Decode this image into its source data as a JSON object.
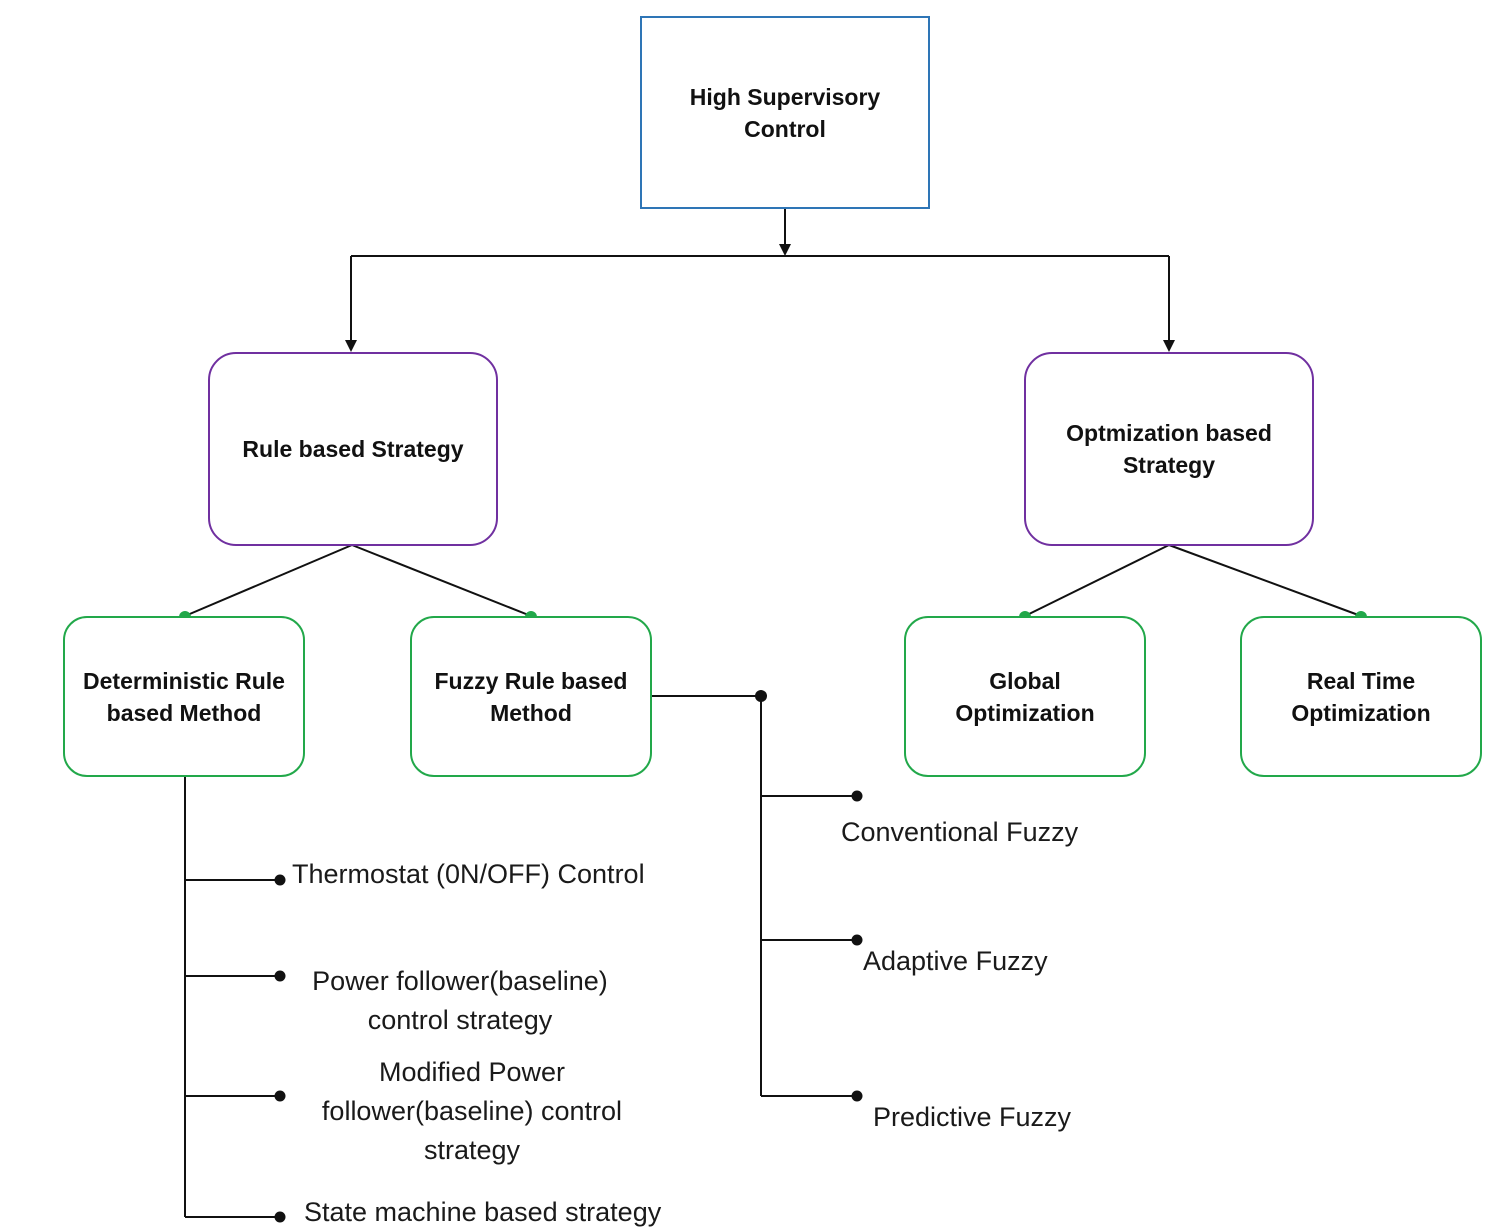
{
  "root": {
    "label": "High Supervisory\nControl"
  },
  "strategies": {
    "rule": {
      "label": "Rule based Strategy"
    },
    "optimization": {
      "label": "Optmization based\nStrategy"
    }
  },
  "methods": {
    "deterministic": {
      "label": "Deterministic Rule\nbased Method"
    },
    "fuzzy": {
      "label": "Fuzzy Rule based\nMethod"
    },
    "global": {
      "label": "Global\nOptimization"
    },
    "realtime": {
      "label": "Real Time\nOptimization"
    }
  },
  "deterministic_items": [
    "Thermostat (0N/OFF) Control",
    "Power follower(baseline)\ncontrol strategy",
    "Modified Power\nfollower(baseline) control\nstrategy",
    "State machine based strategy"
  ],
  "fuzzy_items": [
    "Conventional Fuzzy",
    "Adaptive Fuzzy",
    "Predictive Fuzzy"
  ],
  "colors": {
    "root_border": "#2e75b6",
    "strategy_border": "#7030a0",
    "method_border": "#22a84a",
    "connector_dot": "#22a84a",
    "line": "#111111"
  }
}
